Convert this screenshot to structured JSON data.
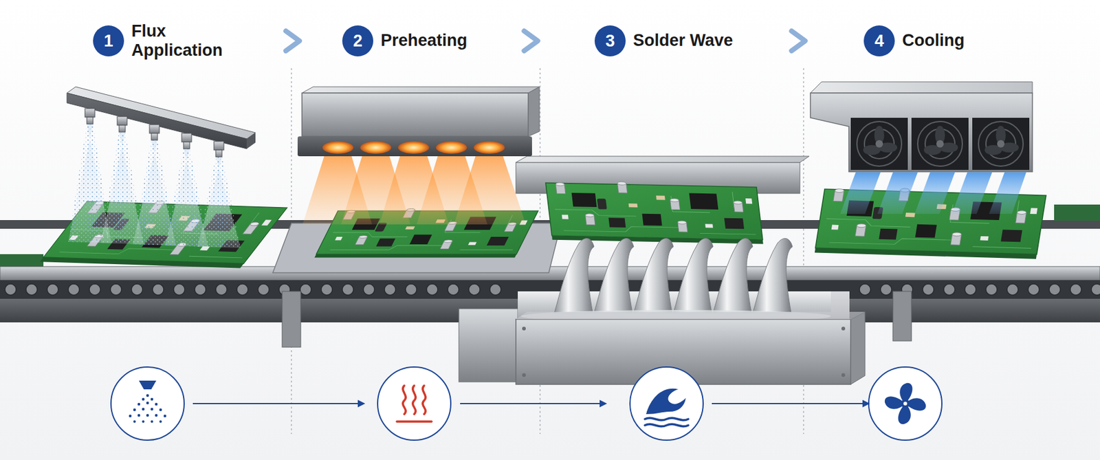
{
  "diagram": {
    "nodes": [
      {
        "text": [
          "1",
          "Flux Application"
        ]
      },
      {
        "text": [
          "2",
          "Preheating"
        ]
      },
      {
        "text": [
          "3",
          "Solder Wave"
        ]
      },
      {
        "text": [
          "4",
          "Cooling"
        ]
      }
    ],
    "edges": [
      {
        "from": 0,
        "to": 1,
        "arrow": "to"
      },
      {
        "from": 1,
        "to": 2,
        "arrow": "to"
      },
      {
        "from": 2,
        "to": 3,
        "arrow": "to"
      }
    ]
  }
}
